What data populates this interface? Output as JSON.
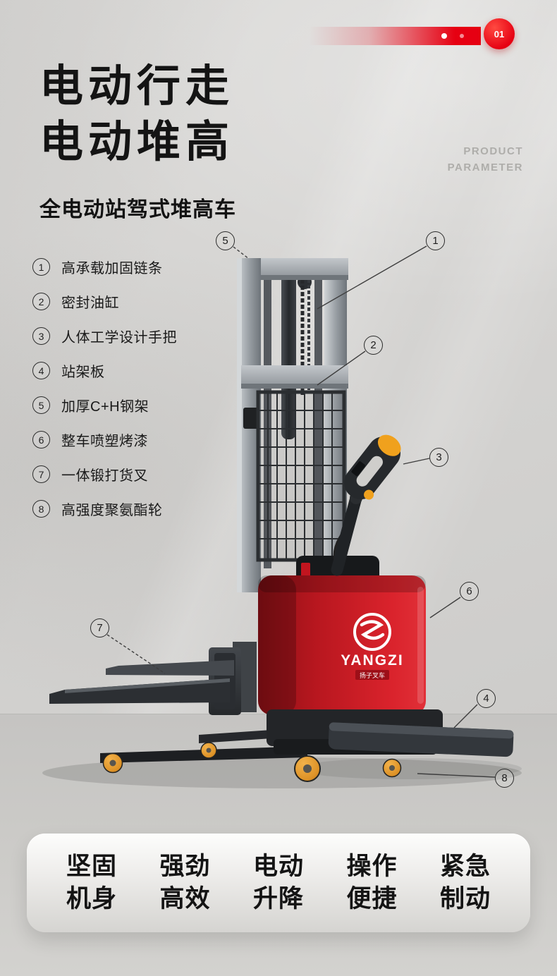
{
  "header": {
    "badge": "01",
    "title_line1": "电动行走",
    "title_line2": "电动堆高",
    "param_line1": "PRODUCT",
    "param_line2": "PARAMETER",
    "subtitle": "全电动站驾式堆高车"
  },
  "features": [
    {
      "num": "1",
      "label": "高承载加固链条"
    },
    {
      "num": "2",
      "label": "密封油缸"
    },
    {
      "num": "3",
      "label": "人体工学设计手把"
    },
    {
      "num": "4",
      "label": "站架板"
    },
    {
      "num": "5",
      "label": "加厚C+H钢架"
    },
    {
      "num": "6",
      "label": "整车喷塑烤漆"
    },
    {
      "num": "7",
      "label": "一体锻打货叉"
    },
    {
      "num": "8",
      "label": "高强度聚氨酯轮"
    }
  ],
  "callouts": [
    {
      "num": "1"
    },
    {
      "num": "2"
    },
    {
      "num": "3"
    },
    {
      "num": "4"
    },
    {
      "num": "5"
    },
    {
      "num": "6"
    },
    {
      "num": "7"
    },
    {
      "num": "8"
    }
  ],
  "product": {
    "brand": "YANGZI",
    "brand_sub": "扬子叉车"
  },
  "bottom_features": [
    {
      "line1": "坚固",
      "line2": "机身"
    },
    {
      "line1": "强劲",
      "line2": "高效"
    },
    {
      "line1": "电动",
      "line2": "升降"
    },
    {
      "line1": "操作",
      "line2": "便捷"
    },
    {
      "line1": "紧急",
      "line2": "制动"
    }
  ],
  "colors": {
    "accent_red": "#e60012",
    "body_red": "#d8232c",
    "wheel_orange": "#e09a35"
  }
}
